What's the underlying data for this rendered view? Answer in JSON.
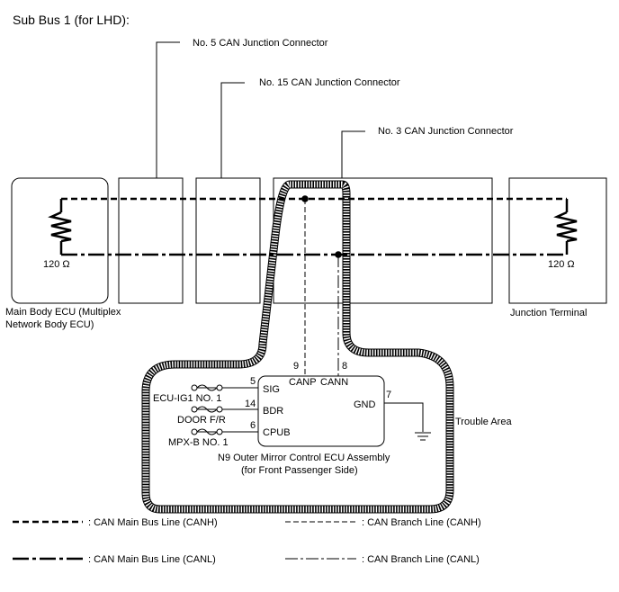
{
  "title": "Sub Bus 1 (for LHD):",
  "connectors": {
    "no5": "No. 5 CAN Junction Connector",
    "no15": "No. 15 CAN Junction Connector",
    "no3": "No. 3 CAN Junction Connector"
  },
  "main_body_ecu": {
    "resistor": "120 Ω",
    "label_line1": "Main Body ECU (Multiplex",
    "label_line2": "Network Body ECU)"
  },
  "junction_terminal": {
    "resistor": "120 Ω",
    "label": "Junction Terminal"
  },
  "ecu": {
    "pin_canp": "9",
    "pin_cann": "8",
    "canp": "CANP",
    "cann": "CANN",
    "pin_sig": "5",
    "sig": "SIG",
    "pin_bdr": "14",
    "bdr": "BDR",
    "pin_cpub": "6",
    "cpub": "CPUB",
    "pin_gnd": "7",
    "gnd": "GND",
    "fuse_ecu_ig1": "ECU-IG1 NO. 1",
    "fuse_door": "DOOR F/R",
    "fuse_mpx": "MPX-B NO. 1",
    "name_line1": "N9  Outer Mirror Control ECU Assembly",
    "name_line2": "(for Front Passenger Side)"
  },
  "trouble_area": "Trouble Area",
  "legend": {
    "canh_main": ": CAN Main Bus Line (CANH)",
    "canl_main": ": CAN Main Bus Line (CANL)",
    "canh_branch": ": CAN Branch Line (CANH)",
    "canl_branch": ": CAN Branch Line (CANL)"
  }
}
